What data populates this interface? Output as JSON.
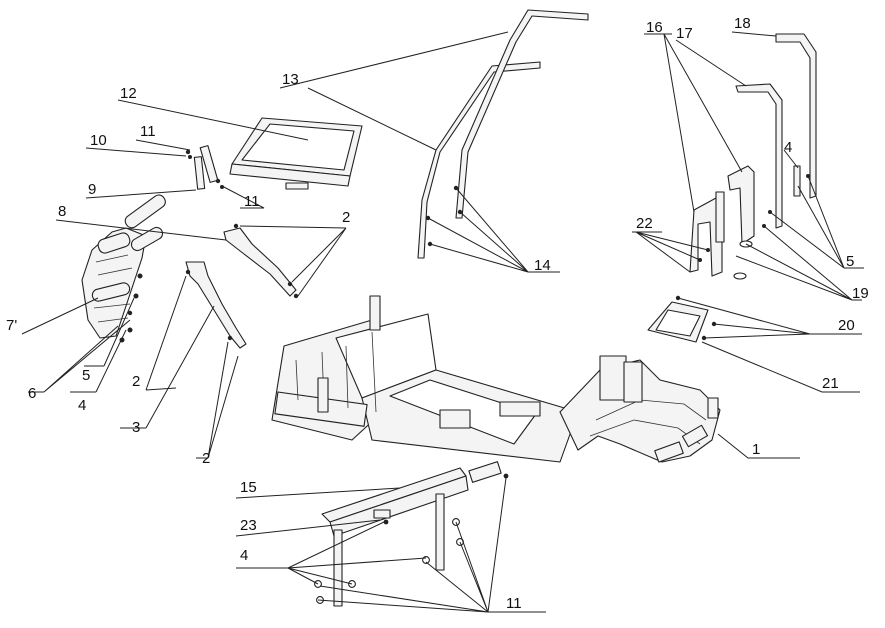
{
  "callouts": [
    "1",
    "2",
    "3",
    "4",
    "5",
    "6",
    "7'",
    "8",
    "9",
    "10",
    "11",
    "12",
    "13",
    "14",
    "15",
    "16",
    "17",
    "18",
    "19",
    "20",
    "21",
    "22",
    "23"
  ],
  "colors": {
    "line": "#222222",
    "background": "#ffffff"
  }
}
